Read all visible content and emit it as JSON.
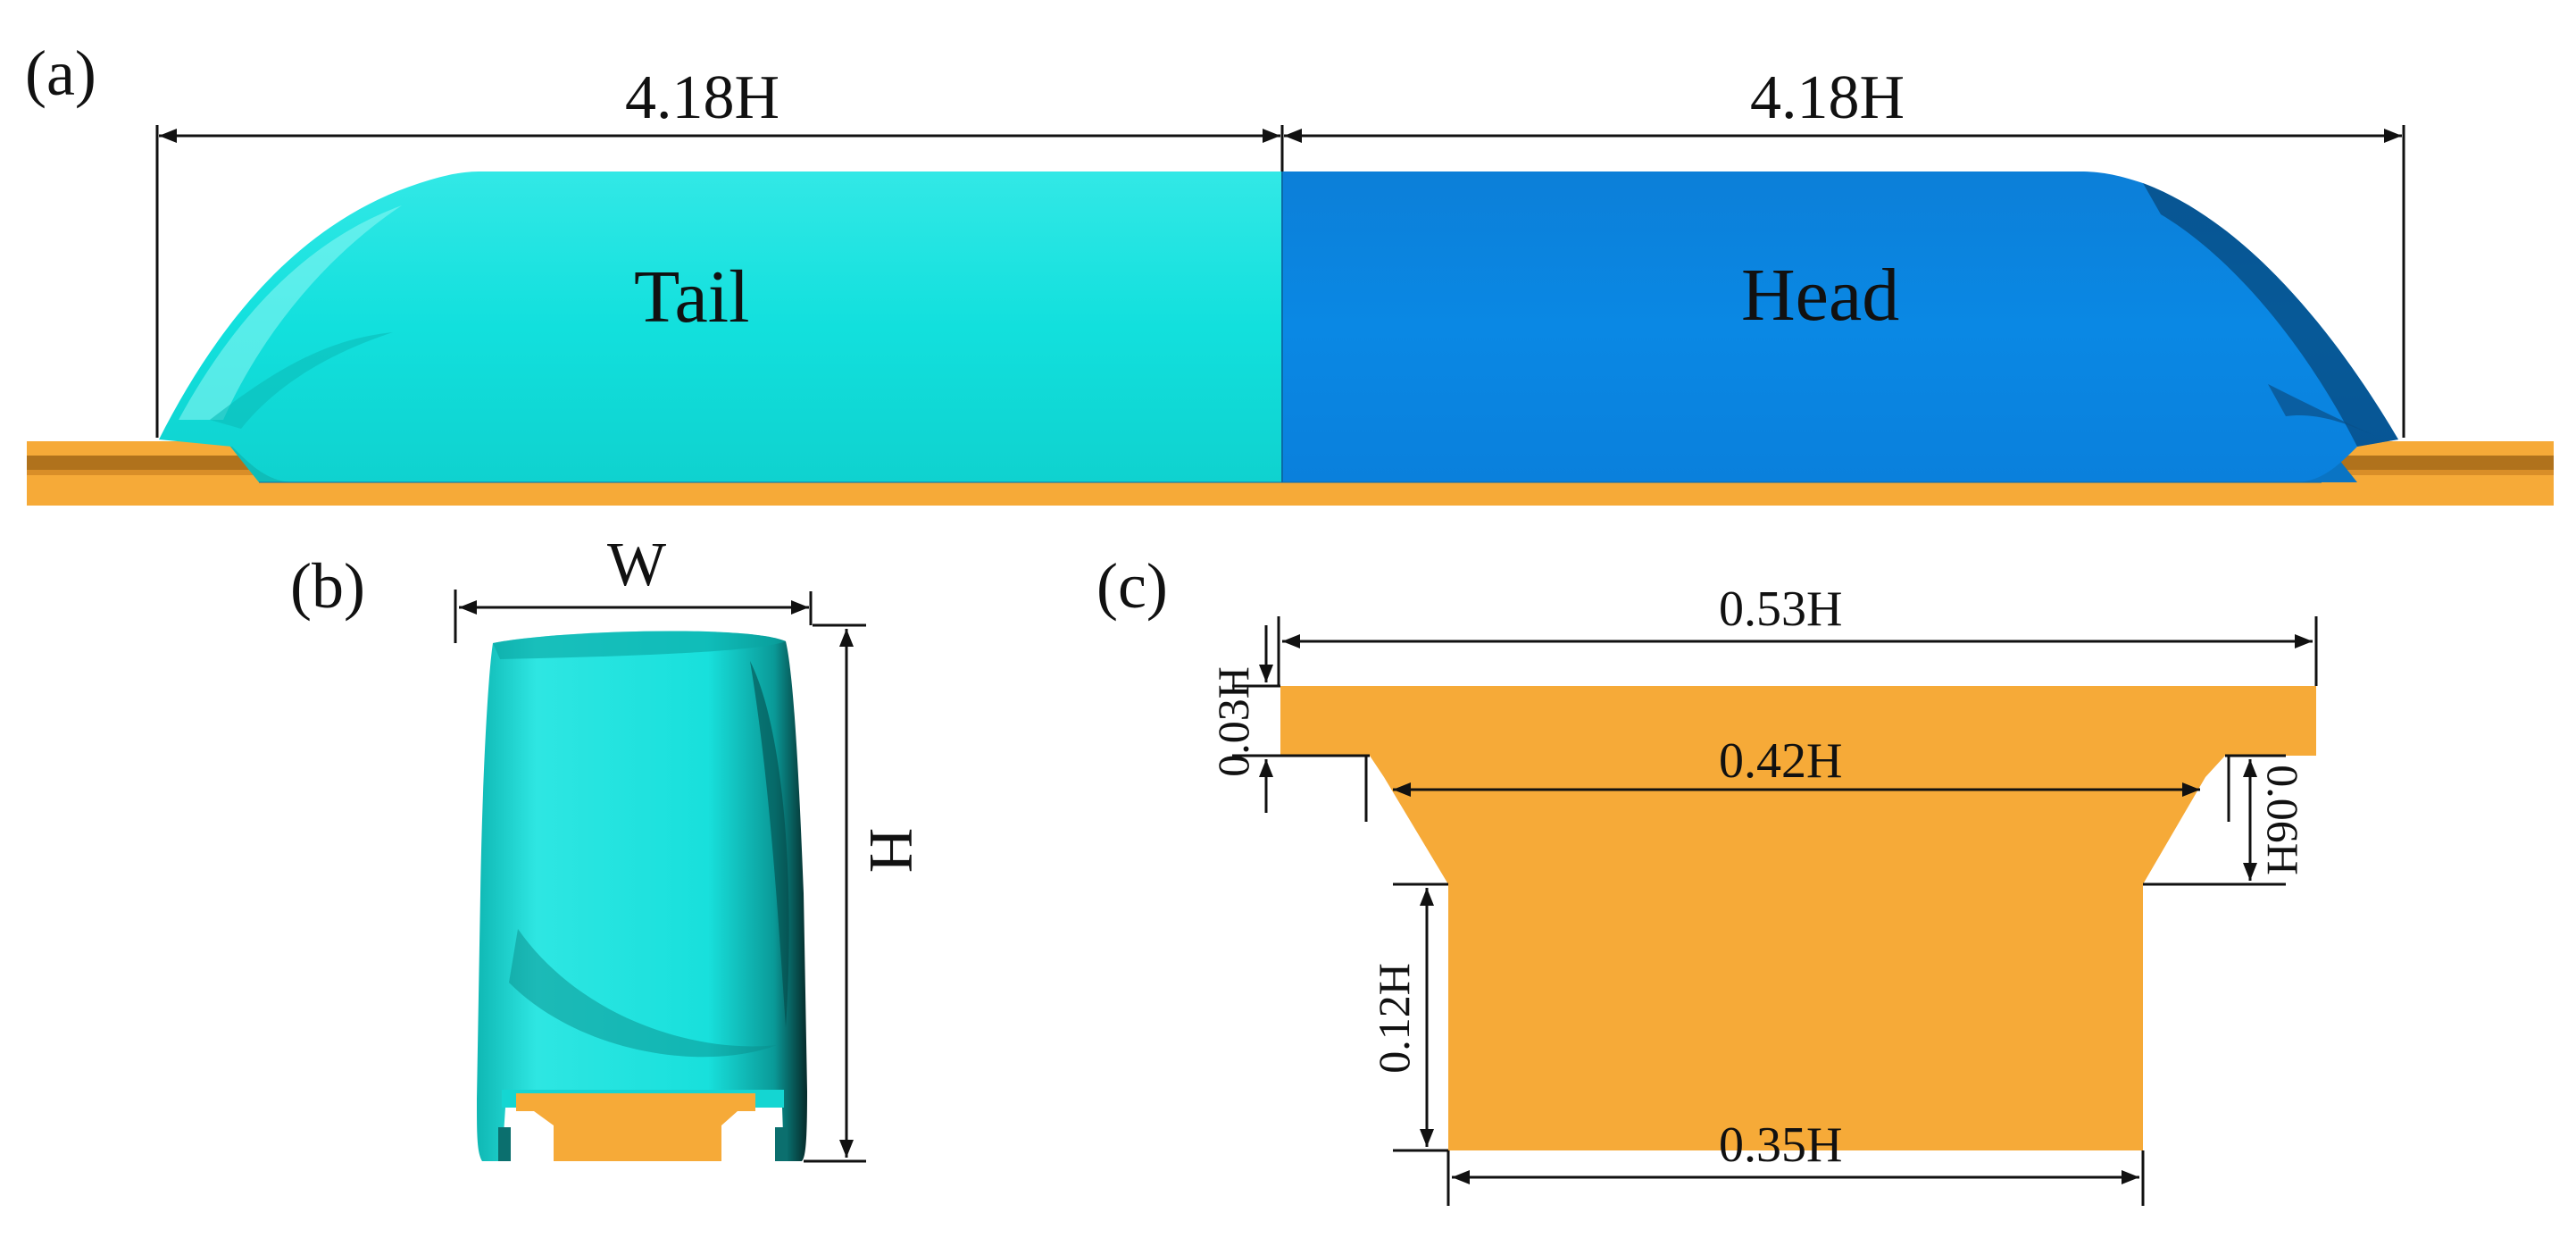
{
  "panels": {
    "a": {
      "label": "(a)",
      "dim_left": "4.18H",
      "dim_right": "4.18H",
      "section_left": "Tail",
      "section_right": "Head"
    },
    "b": {
      "label": "(b)",
      "dim_width": "W",
      "dim_height": "H"
    },
    "c": {
      "label": "(c)",
      "dim_top_width": "0.53H",
      "dim_mid_width": "0.42H",
      "dim_bottom_width": "0.35H",
      "dim_top_thickness": "0.03H",
      "dim_slope_height": "0.06H",
      "dim_web_height": "0.12H"
    }
  },
  "colors": {
    "tail": "#1ee3e0",
    "head": "#0a86e2",
    "track": "#f6aa38",
    "track_dark": "#a86d1a",
    "line": "#111111"
  }
}
